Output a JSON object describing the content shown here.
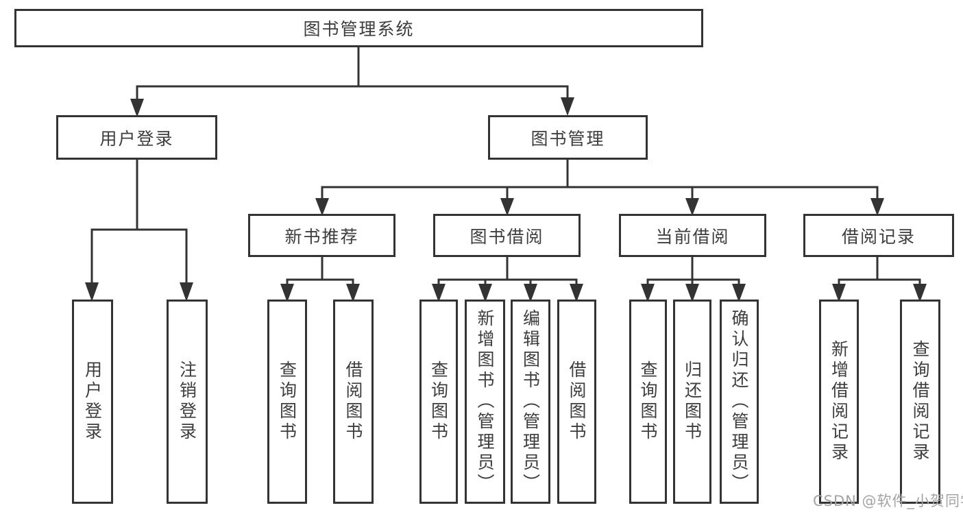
{
  "diagram": {
    "type": "hierarchy-tree",
    "title": "图书管理系统",
    "nodes": {
      "root": {
        "label": "图书管理系统",
        "level": 1
      },
      "user_login": {
        "label": "用户登录",
        "level": 2,
        "parent": "root"
      },
      "book_mgmt": {
        "label": "图书管理",
        "level": 2,
        "parent": "root"
      },
      "new_book_rec": {
        "label": "新书推荐",
        "level": 3,
        "parent": "book_mgmt"
      },
      "book_borrow": {
        "label": "图书借阅",
        "level": 3,
        "parent": "book_mgmt"
      },
      "current_borrow": {
        "label": "当前借阅",
        "level": 3,
        "parent": "book_mgmt"
      },
      "borrow_records": {
        "label": "借阅记录",
        "level": 3,
        "parent": "book_mgmt"
      },
      "leaf_user_login": {
        "label": "用户登录",
        "level": 4,
        "parent": "user_login"
      },
      "leaf_logout": {
        "label": "注销登录",
        "level": 4,
        "parent": "user_login"
      },
      "leaf_query_books_rec": {
        "label": "查询图书",
        "level": 4,
        "parent": "new_book_rec"
      },
      "leaf_borrow_books_rec": {
        "label": "借阅图书",
        "level": 4,
        "parent": "new_book_rec"
      },
      "leaf_query_books_borrow": {
        "label": "查询图书",
        "level": 4,
        "parent": "book_borrow"
      },
      "leaf_add_books": {
        "label": "新增图书（管理员）",
        "level": 4,
        "parent": "book_borrow"
      },
      "leaf_edit_books": {
        "label": "编辑图书（管理员）",
        "level": 4,
        "parent": "book_borrow"
      },
      "leaf_borrow_books": {
        "label": "借阅图书",
        "level": 4,
        "parent": "book_borrow"
      },
      "leaf_query_books_cur": {
        "label": "查询图书",
        "level": 4,
        "parent": "current_borrow"
      },
      "leaf_return_books": {
        "label": "归还图书",
        "level": 4,
        "parent": "current_borrow"
      },
      "leaf_confirm_return": {
        "label": "确认归还（管理员）",
        "level": 4,
        "parent": "current_borrow"
      },
      "leaf_add_borrow_record": {
        "label": "新增借阅记录",
        "level": 4,
        "parent": "borrow_records"
      },
      "leaf_query_borrow_record": {
        "label": "查询借阅记录",
        "level": 4,
        "parent": "borrow_records"
      }
    },
    "edges": [
      [
        "root",
        "user_login"
      ],
      [
        "root",
        "book_mgmt"
      ],
      [
        "user_login",
        "leaf_user_login"
      ],
      [
        "user_login",
        "leaf_logout"
      ],
      [
        "book_mgmt",
        "new_book_rec"
      ],
      [
        "book_mgmt",
        "book_borrow"
      ],
      [
        "book_mgmt",
        "current_borrow"
      ],
      [
        "book_mgmt",
        "borrow_records"
      ],
      [
        "new_book_rec",
        "leaf_query_books_rec"
      ],
      [
        "new_book_rec",
        "leaf_borrow_books_rec"
      ],
      [
        "book_borrow",
        "leaf_query_books_borrow"
      ],
      [
        "book_borrow",
        "leaf_add_books"
      ],
      [
        "book_borrow",
        "leaf_edit_books"
      ],
      [
        "book_borrow",
        "leaf_borrow_books"
      ],
      [
        "current_borrow",
        "leaf_query_books_cur"
      ],
      [
        "current_borrow",
        "leaf_return_books"
      ],
      [
        "current_borrow",
        "leaf_confirm_return"
      ],
      [
        "borrow_records",
        "leaf_add_borrow_record"
      ],
      [
        "borrow_records",
        "leaf_query_borrow_record"
      ]
    ]
  },
  "watermark": {
    "text": "CSDN @软件_小贺同学"
  },
  "colors": {
    "line": "#333333",
    "box_border": "#333333",
    "text": "#3d3d3d",
    "watermark": "#a3a3a3",
    "background": "#ffffff"
  }
}
